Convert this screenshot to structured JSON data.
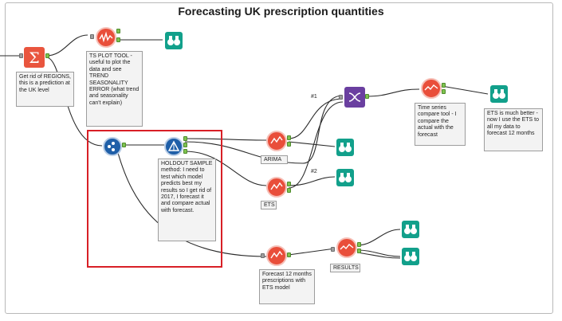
{
  "title": "Forecasting UK prescription quantities",
  "notes": {
    "regions": "Get rid of REGIONS, this is a prediction at the UK level",
    "ts_plot": "TS PLOT TOOL - useful to plot the data and see TREND SEASONALITY ERROR (what trend and seasonality can't explain)",
    "holdout": "HOLDOUT SAMPLE method: I need to test which model predicts best my results so I get rid of 2017, I forecast it and compare actual with forecast.",
    "ts_compare": "Time series compare tool - I compare the actual with the forecast",
    "ets_better": "ETS is much better - now I use the ETS to all my data to forecast 12 months",
    "forecast12": "Forecast 12 months prescriptions with ETS model"
  },
  "labels": {
    "arima": "ARIMA",
    "ets": "ETS",
    "results": "RESULTS"
  },
  "tags": {
    "hash1": "#1",
    "hash2": "#2"
  },
  "icons": {
    "summarize": "sigma-icon",
    "ts_plot": "ts-plot-icon",
    "browse": "binoculars-icon",
    "filter": "filter-icon",
    "arima": "arima-icon",
    "ets": "ets-icon",
    "union": "union-icon",
    "ts_compare": "ts-compare-icon",
    "ts_forecast": "ts-forecast-icon"
  },
  "colors": {
    "highlight_box": "#d81f26",
    "orange_tool": "#e94e3a",
    "teal_tool": "#12a08b",
    "blue_tool": "#1f5fa8",
    "purple_tool": "#6a3fa0"
  }
}
